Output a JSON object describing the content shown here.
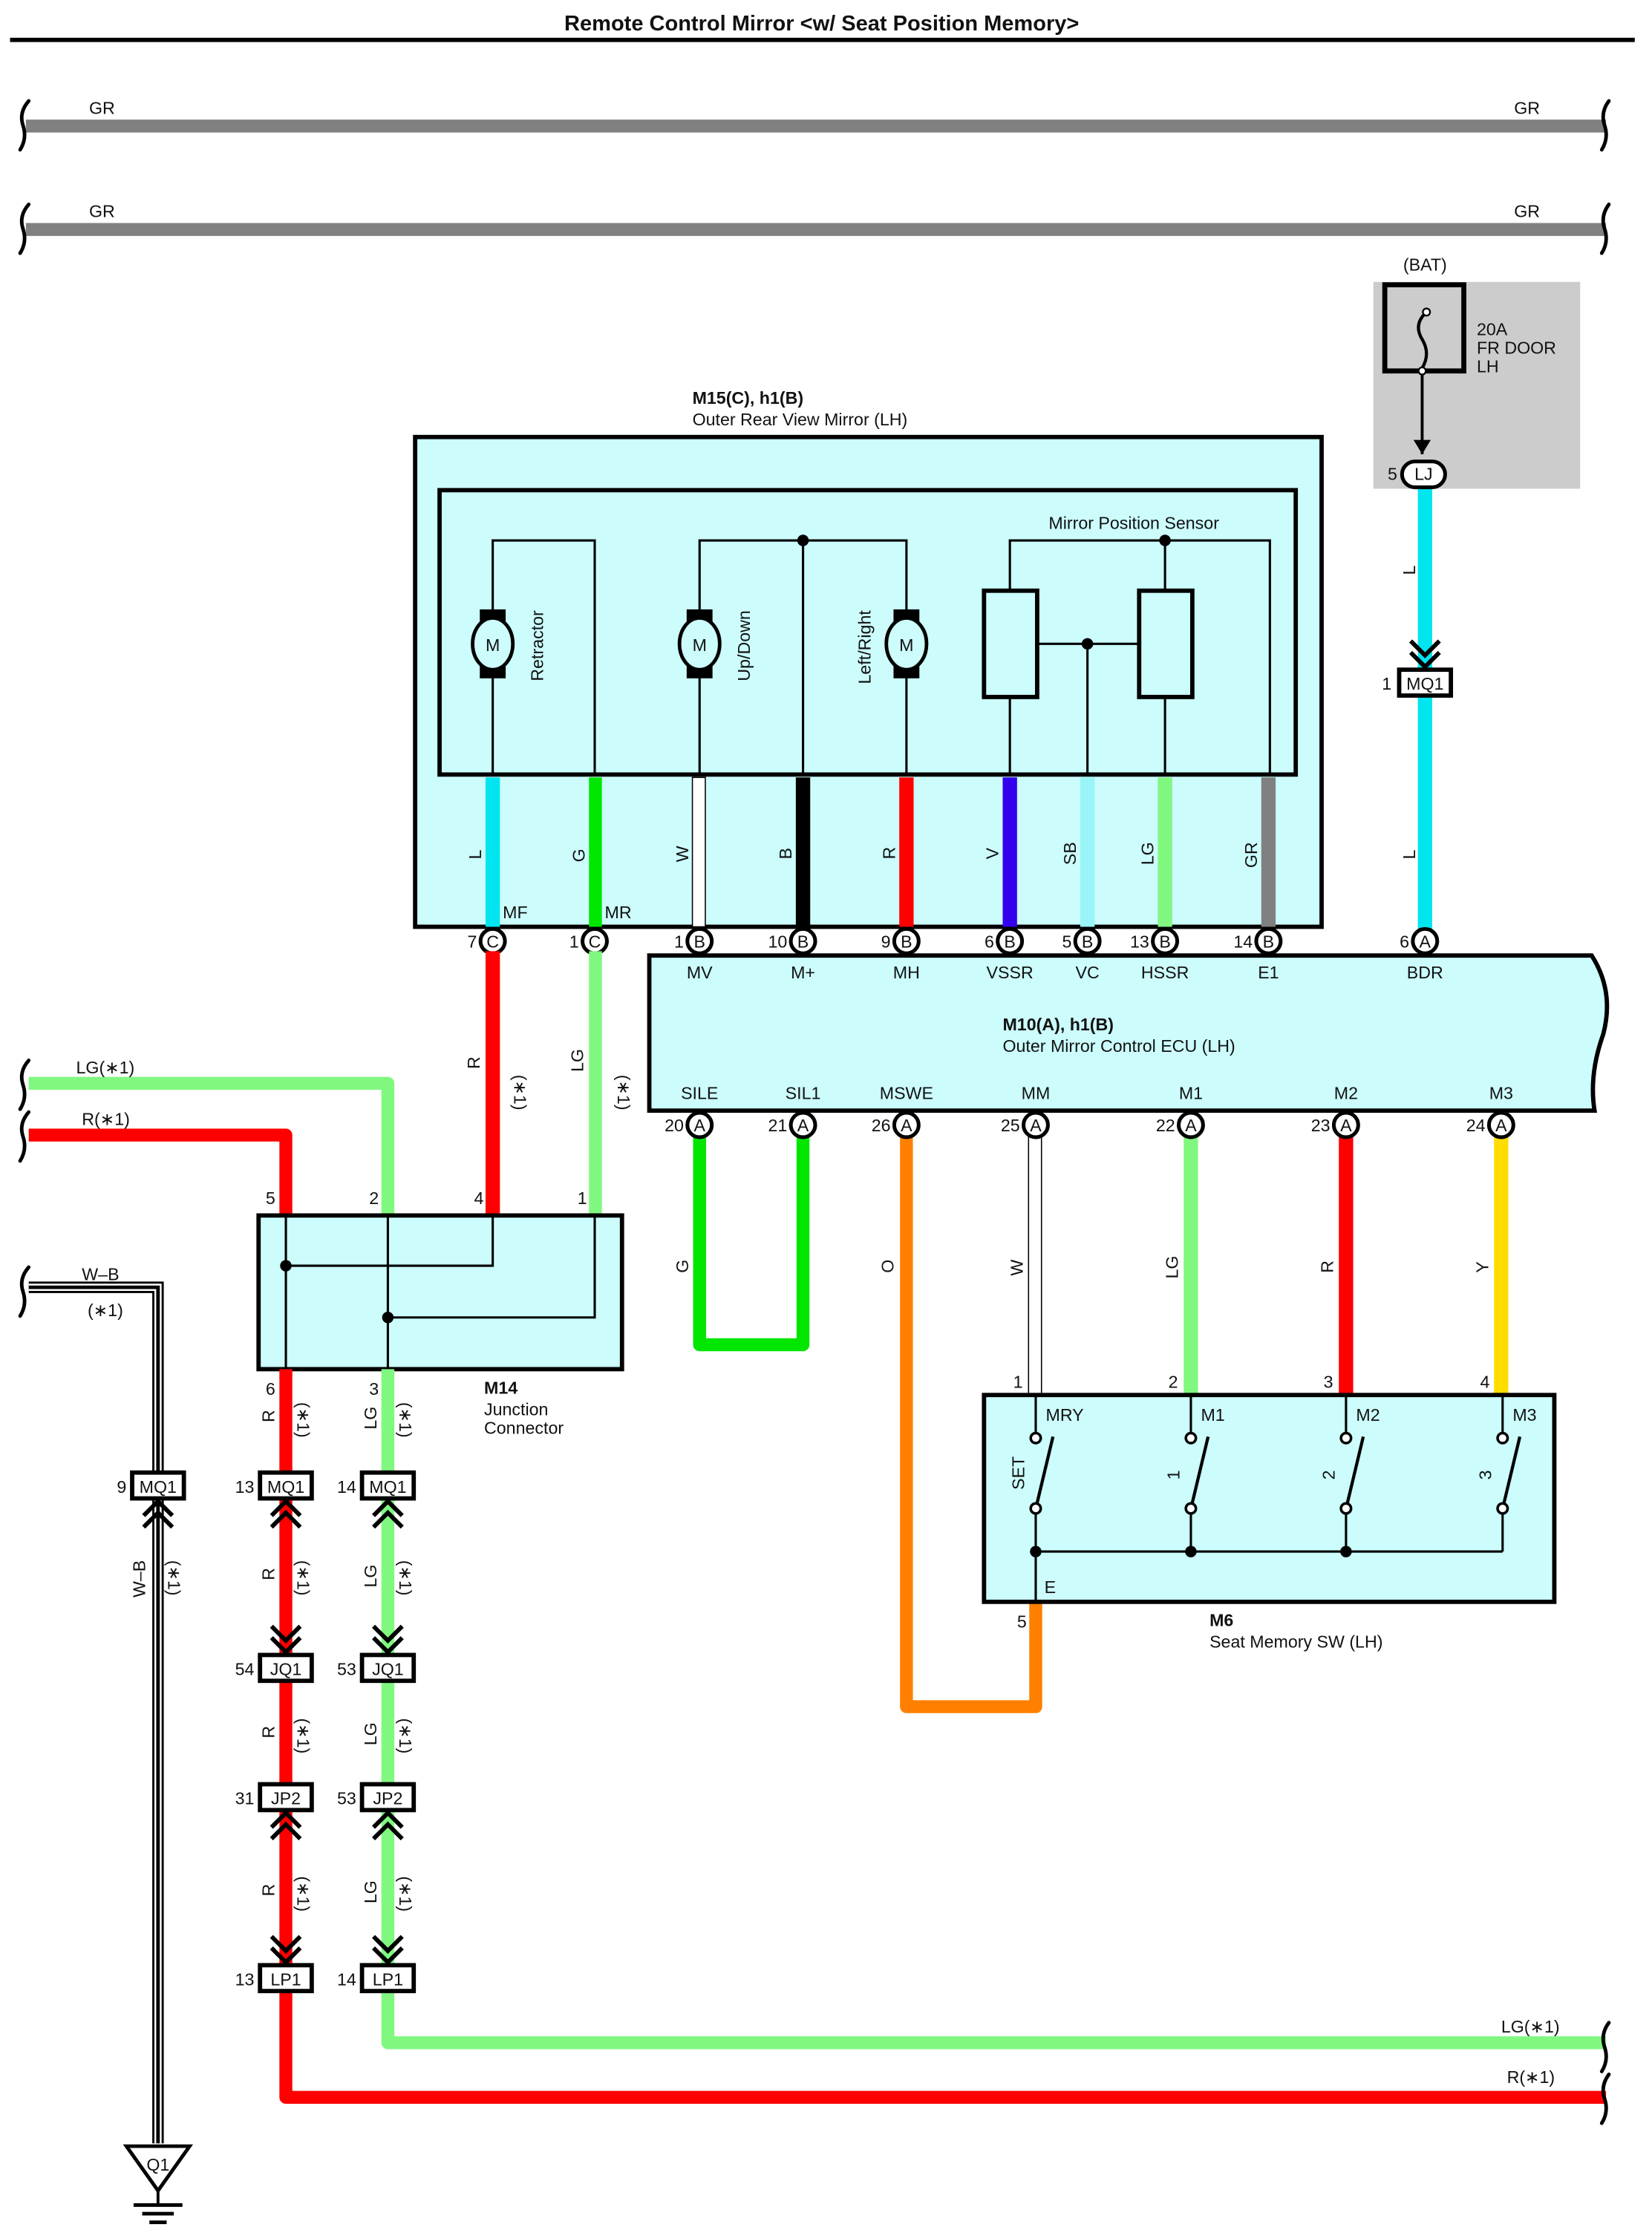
{
  "title": "Remote Control Mirror <w/ Seat Position Memory>",
  "colors": {
    "GR": "#808080",
    "L": "#00e5f0",
    "G": "#00e600",
    "W": "#ffffff",
    "B": "#000000",
    "R": "#ff0000",
    "V": "#3300ee",
    "SB": "#99f5f8",
    "LG": "#80f880",
    "O": "#ff8000",
    "Y": "#ffdd00",
    "component_fill": "#ccfcfc",
    "fuse_box_fill": "#cccccc"
  },
  "top_wires": [
    {
      "left_label": "GR",
      "right_label": "GR"
    },
    {
      "left_label": "GR",
      "right_label": "GR"
    }
  ],
  "fuse": {
    "source": "(BAT)",
    "rating": "20A",
    "name_line1": "FR DOOR",
    "name_line2": "LH",
    "connector_pin": "5",
    "connector": "LJ"
  },
  "bdr_wire": {
    "color_label_1": "L",
    "color_label_2": "L",
    "junction_pin": "1",
    "junction": "MQ1"
  },
  "mirror": {
    "code": "M15(C), h1(B)",
    "name": "Outer Rear View Mirror (LH)",
    "motors": [
      {
        "symbol": "M",
        "label": "Retractor"
      },
      {
        "symbol": "M",
        "label": "Up/Down"
      },
      {
        "symbol": "M",
        "label": "Left/Right"
      }
    ],
    "sensor_label": "Mirror Position Sensor",
    "terminals": [
      {
        "wire": "L",
        "term": "MF",
        "pin": "7",
        "conn": "C"
      },
      {
        "wire": "G",
        "term": "MR",
        "pin": "1",
        "conn": "C"
      },
      {
        "wire": "W",
        "term": "",
        "pin": "1",
        "conn": "B"
      },
      {
        "wire": "B",
        "term": "",
        "pin": "10",
        "conn": "B"
      },
      {
        "wire": "R",
        "term": "",
        "pin": "9",
        "conn": "B"
      },
      {
        "wire": "V",
        "term": "",
        "pin": "6",
        "conn": "B"
      },
      {
        "wire": "SB",
        "term": "",
        "pin": "5",
        "conn": "B"
      },
      {
        "wire": "LG",
        "term": "",
        "pin": "13",
        "conn": "B"
      },
      {
        "wire": "GR",
        "term": "",
        "pin": "14",
        "conn": "B"
      }
    ]
  },
  "ecu": {
    "code": "M10(A), h1(B)",
    "name": "Outer Mirror Control ECU (LH)",
    "top_terminals": [
      "MV",
      "M+",
      "MH",
      "VSSR",
      "VC",
      "HSSR",
      "E1",
      "BDR"
    ],
    "bdr_pin": "6",
    "bdr_conn": "A",
    "bottom_terminals": [
      {
        "term": "SILE",
        "pin": "20",
        "conn": "A",
        "wire": "G"
      },
      {
        "term": "SIL1",
        "pin": "21",
        "conn": "A",
        "wire": ""
      },
      {
        "term": "MSWE",
        "pin": "26",
        "conn": "A",
        "wire": "O"
      },
      {
        "term": "MM",
        "pin": "25",
        "conn": "A",
        "wire": "W"
      },
      {
        "term": "M1",
        "pin": "22",
        "conn": "A",
        "wire": "LG"
      },
      {
        "term": "M2",
        "pin": "23",
        "conn": "A",
        "wire": "R"
      },
      {
        "term": "M3",
        "pin": "24",
        "conn": "A",
        "wire": "Y"
      }
    ]
  },
  "junction_connector": {
    "code": "M14",
    "name_line1": "Junction",
    "name_line2": "Connector",
    "pins_top": [
      "5",
      "2",
      "4",
      "1"
    ],
    "pins_bottom": [
      "6",
      "3"
    ],
    "wire_r": "R",
    "wire_lg": "LG",
    "note": "(∗1)"
  },
  "left_wires": {
    "lg": "LG(∗1)",
    "r": "R(∗1)",
    "wb": "W–B",
    "wb_note": "(∗1)"
  },
  "seat_switch": {
    "code": "M6",
    "name": "Seat Memory SW (LH)",
    "pins_top": [
      "1",
      "2",
      "3",
      "4"
    ],
    "terminals": [
      "MRY",
      "M1",
      "M2",
      "M3"
    ],
    "switches": [
      "SET",
      "1",
      "2",
      "3"
    ],
    "ground_term": "E",
    "ground_pin": "5"
  },
  "harness_chain": {
    "wb_col": {
      "pin": "9",
      "conn": "MQ1",
      "wire": "W–B",
      "note": "(∗1)"
    },
    "r_col": [
      {
        "pin": "13",
        "conn": "MQ1"
      },
      {
        "pin": "54",
        "conn": "JQ1"
      },
      {
        "pin": "31",
        "conn": "JP2"
      },
      {
        "pin": "13",
        "conn": "LP1"
      }
    ],
    "lg_col": [
      {
        "pin": "14",
        "conn": "MQ1"
      },
      {
        "pin": "53",
        "conn": "JQ1"
      },
      {
        "pin": "53",
        "conn": "JP2"
      },
      {
        "pin": "14",
        "conn": "LP1"
      }
    ],
    "ground": "Q1"
  },
  "bottom_wires": {
    "lg": "LG(∗1)",
    "r": "R(∗1)"
  }
}
